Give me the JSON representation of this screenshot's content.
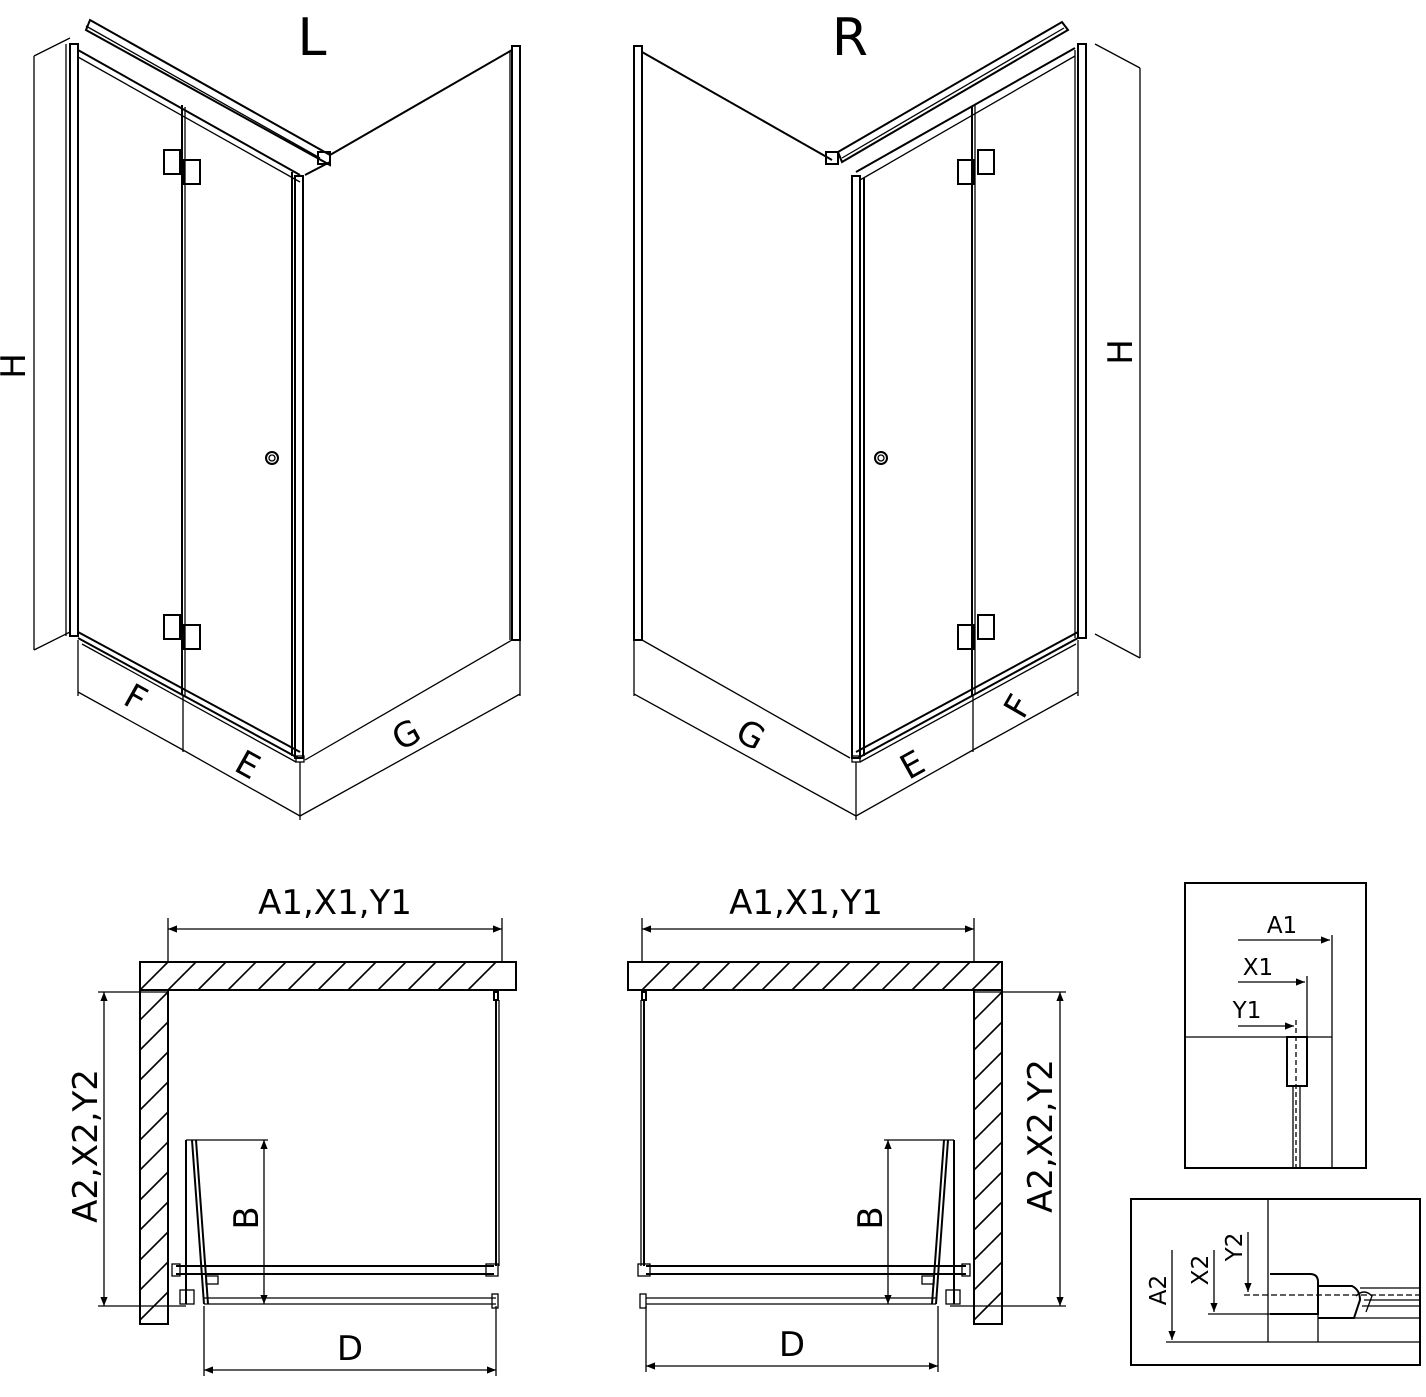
{
  "views": {
    "left_label": "L",
    "right_label": "R"
  },
  "dimensions": {
    "height": "H",
    "fixed_panel": "F",
    "door": "E",
    "side_panel": "G",
    "width": "A1,X1,Y1",
    "depth": "A2,X2,Y2",
    "door_width": "B",
    "entry": "D"
  },
  "details": {
    "a1": "A1",
    "x1": "X1",
    "y1": "Y1",
    "a2": "A2",
    "x2": "X2",
    "y2": "Y2"
  }
}
